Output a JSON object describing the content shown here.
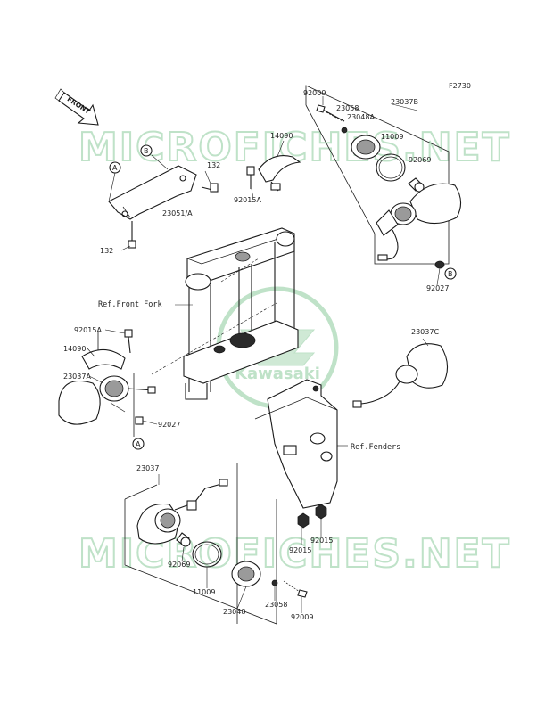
{
  "diagram_code": "F2730",
  "direction_arrow": {
    "label": "FRONT"
  },
  "watermark": {
    "text": "MICROFICHES.NET",
    "logo_text": "Kawasaki"
  },
  "references": {
    "front_fork": "Ref.Front Fork",
    "fenders": "Ref.Fenders"
  },
  "callouts": {
    "a": "A",
    "b": "B"
  },
  "parts": {
    "p92009_top": "92009",
    "p23058_top": "23058",
    "p23048a": "23048A",
    "p23037b": "23037B",
    "p11009_top": "11009",
    "p92069_top": "92069",
    "p14090_top": "14090",
    "p92015a_top": "92015A",
    "p92027_top": "92027",
    "p132_top": "132",
    "p23051a": "23051/A",
    "p132_bottom": "132",
    "p92015a_left": "92015A",
    "p14090_left": "14090",
    "p23037a": "23037A",
    "p92027_left": "92027",
    "p23037c": "23037C",
    "p23037": "23037",
    "p92069_bottom": "92069",
    "p11009_bottom": "11009",
    "p23048": "23048",
    "p23058_bottom": "23058",
    "p92009_bottom": "92009",
    "p92015_a": "92015",
    "p92015_b": "92015"
  }
}
